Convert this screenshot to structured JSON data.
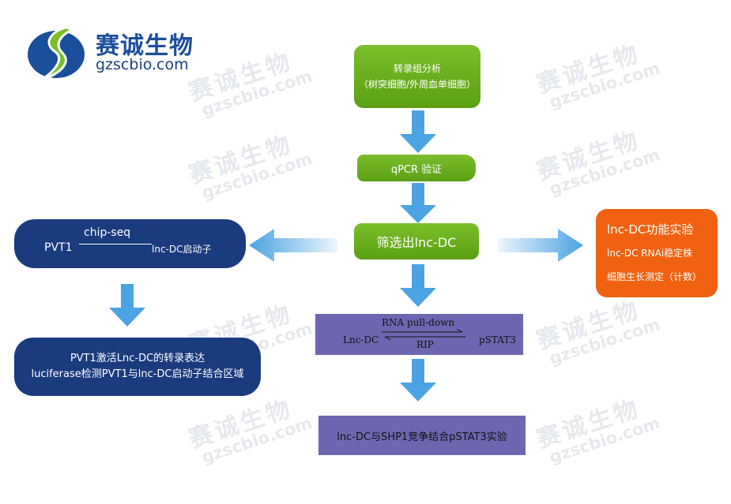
{
  "logo": {
    "name_cn": "赛诚生物",
    "name_en": "gzscbio.com"
  },
  "watermark": {
    "cn": "赛诚生物",
    "en": "gzscbio.com"
  },
  "nodes": {
    "transcriptome": {
      "line1": "转录组分析",
      "line2": "（树突细胞/外周血单细胞）"
    },
    "qpcr": {
      "label": "qPCR 验证"
    },
    "screen": {
      "label": "筛选出lnc-DC"
    },
    "pvt1_chip": {
      "left": "PVT1",
      "method": "chip-seq",
      "right": "lnc-DC启动子"
    },
    "pvt1_result": {
      "line1": "PVT1激活Lnc-DC的转录表达",
      "line2": "luciferase检测PVT1与lnc-DC启动子结合区域"
    },
    "function": {
      "title": "lnc-DC功能实验",
      "line1": "lnc-DC RNAi稳定株",
      "line2": "细胞生长测定（计数）"
    },
    "pulldown": {
      "left": "Lnc-DC",
      "top": "RNA pull-down",
      "bottom": "RIP",
      "right": "pSTAT3"
    },
    "shp1": {
      "label": "lnc-DC与SHP1竞争结合pSTAT3实验"
    }
  },
  "colors": {
    "green": "#6aaf1e",
    "navy": "#1a3b7e",
    "purple": "#6c67b0",
    "orange": "#f06211",
    "arrow": "#4aa3e2",
    "logo_blue": "#1b4f9c"
  }
}
